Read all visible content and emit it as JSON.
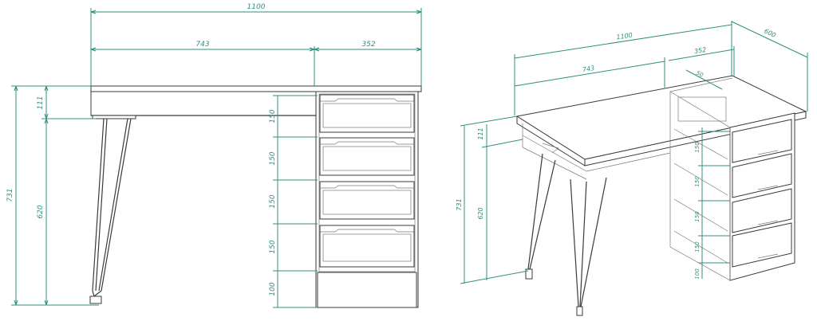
{
  "front_view": {
    "dims": {
      "total_width": "1100",
      "left_width": "743",
      "right_width": "352",
      "total_height": "731",
      "top_thickness": "111",
      "leg_height": "620",
      "drawer_1": "150",
      "drawer_2": "150",
      "drawer_3": "150",
      "drawer_4": "150",
      "plinth": "100"
    }
  },
  "iso_view": {
    "dims": {
      "total_width": "1100",
      "depth": "600",
      "left_width": "743",
      "right_width": "352",
      "inner_depth": "50",
      "total_height": "731",
      "top_thickness": "111",
      "leg_height": "620",
      "drawer_1": "150",
      "drawer_2": "150",
      "drawer_3": "150",
      "drawer_4": "150",
      "plinth": "100"
    }
  },
  "colors": {
    "dimension": "#2f8f7f",
    "outline": "#3a3a3a"
  }
}
